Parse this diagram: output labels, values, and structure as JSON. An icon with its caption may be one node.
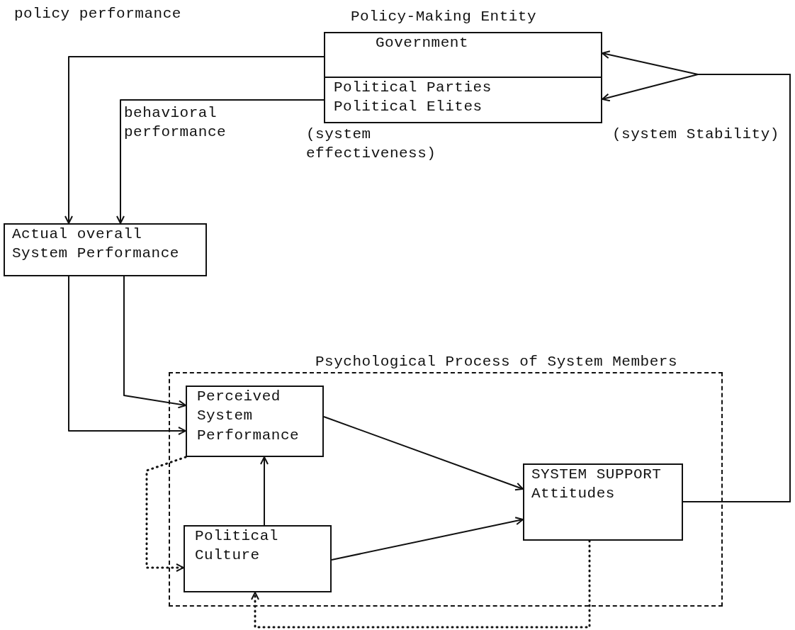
{
  "diagram": {
    "nodes": [
      {
        "text": [
          "Policy-Making Entity"
        ]
      },
      {
        "text": [
          "Government"
        ],
        "in": 0
      },
      {
        "text": [
          "Political Parties Political Elites"
        ],
        "in": 0
      },
      {
        "text": [
          "Actual overall System Performance"
        ]
      },
      {
        "text": [
          "Psychological Process of System Members"
        ]
      },
      {
        "text": [
          "Perceived System Performance"
        ],
        "in": 4
      },
      {
        "text": [
          "Political Culture"
        ],
        "in": 4
      },
      {
        "text": [
          "SYSTEM SUPPORT Attitudes"
        ],
        "in": 4
      }
    ],
    "edges": [
      {
        "from": 1,
        "to": 3,
        "arrow": "to",
        "label": "policy performance"
      },
      {
        "from": 2,
        "to": 3,
        "arrow": "to",
        "label": "behavioral performance"
      },
      {
        "from": 3,
        "to": 5,
        "arrow": "to"
      },
      {
        "from": 3,
        "to": 5,
        "arrow": "to"
      },
      {
        "from": 5,
        "to": 7,
        "arrow": "to"
      },
      {
        "from": 6,
        "to": 7,
        "arrow": "to"
      },
      {
        "from": 6,
        "to": 5,
        "arrow": "to"
      },
      {
        "from": 5,
        "to": 6,
        "arrow": "to",
        "style": "dashed"
      },
      {
        "from": 7,
        "to": 6,
        "arrow": "to",
        "style": "dashed"
      },
      {
        "from": 7,
        "to": 1,
        "arrow": "to"
      },
      {
        "from": 7,
        "to": 2,
        "arrow": "to"
      }
    ],
    "labels": [
      "(system effectiveness)",
      "(system Stability)"
    ]
  }
}
